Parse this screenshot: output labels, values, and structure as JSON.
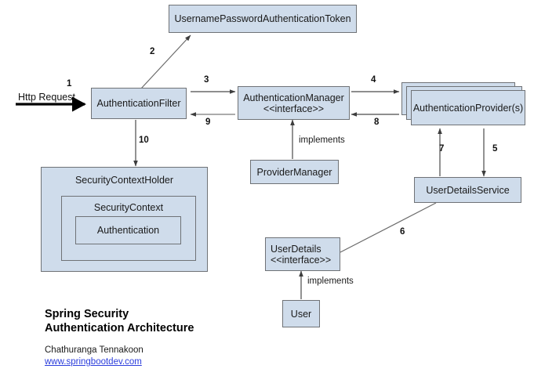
{
  "diagram": {
    "title_line1": "Spring Security",
    "title_line2": "Authentication Architecture",
    "author": "Chathuranga Tennakoon",
    "website": "www.springbootdev.com",
    "colors": {
      "box_fill": "#cfdceb",
      "box_border": "#6f7276",
      "link": "#2b3ddc",
      "arrow": "#444444",
      "text": "#1a1a1a"
    }
  },
  "nodes": {
    "token": {
      "label": "UsernamePasswordAuthenticationToken"
    },
    "filter": {
      "label": "AuthenticationFilter"
    },
    "manager": {
      "label": "AuthenticationManager",
      "stereotype": "<<interface>>"
    },
    "provider": {
      "label": "AuthenticationProvider(s)"
    },
    "provider_manager": {
      "label": "ProviderManager"
    },
    "user_details_service": {
      "label": "UserDetailsService"
    },
    "user_details": {
      "label": "UserDetails",
      "stereotype": "<<interface>>"
    },
    "user": {
      "label": "User"
    },
    "security_context_holder": {
      "label": "SecurityContextHolder"
    },
    "security_context": {
      "label": "SecurityContext"
    },
    "authentication": {
      "label": "Authentication"
    }
  },
  "edges": {
    "http_request": "Http Request",
    "n1": "1",
    "n2": "2",
    "n3": "3",
    "n4": "4",
    "n5": "5",
    "n6": "6",
    "n7": "7",
    "n8": "8",
    "n9": "9",
    "n10": "10",
    "implements_manager": "implements",
    "implements_user": "implements"
  }
}
